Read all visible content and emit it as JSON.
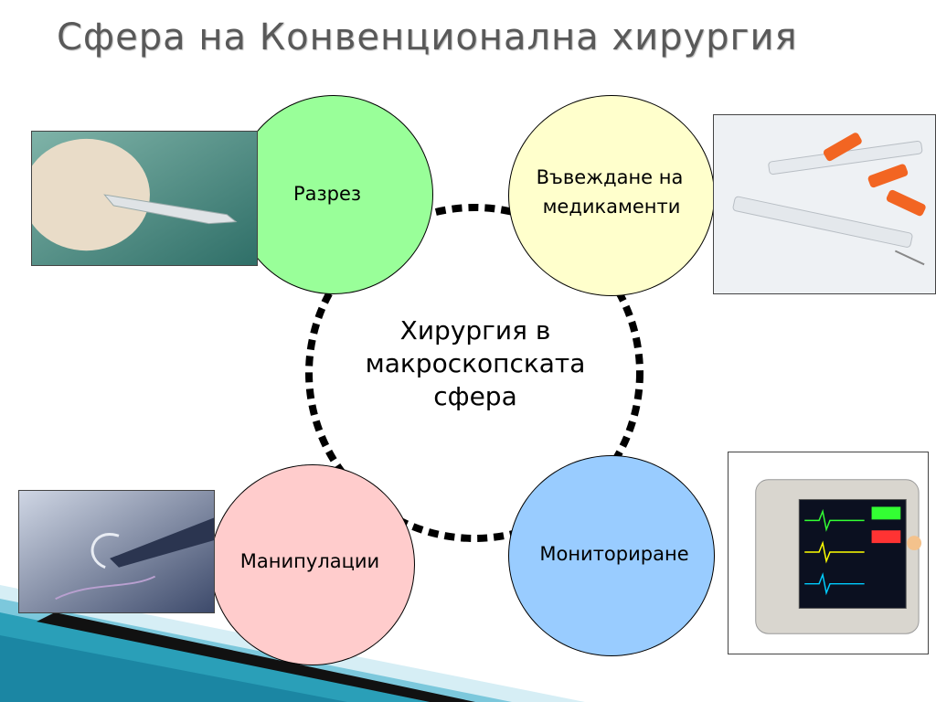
{
  "title": "Сфера на Конвенционална хирургия",
  "center": {
    "line1": "Хирургия в",
    "line2": "макроскопската",
    "line3": "сфера"
  },
  "nodes": {
    "incision": {
      "label": "Разрез",
      "color": "#99ff99"
    },
    "medication": {
      "line1": "Въвеждане на",
      "line2": "медикаменти",
      "color": "#ffffcc"
    },
    "manipulations": {
      "label": "Манипулации",
      "color": "#ffcccc"
    },
    "monitoring": {
      "label": "Мониториране",
      "color": "#99ccff"
    }
  },
  "photos": {
    "scalpel": "scalpel-photo",
    "syringes": "syringes-photo",
    "suture": "suture-needle-photo",
    "monitor": "patient-monitor-photo"
  },
  "accent_colors": {
    "stripe_teal": "#2a9fb8",
    "stripe_light": "#bfe3ee"
  }
}
